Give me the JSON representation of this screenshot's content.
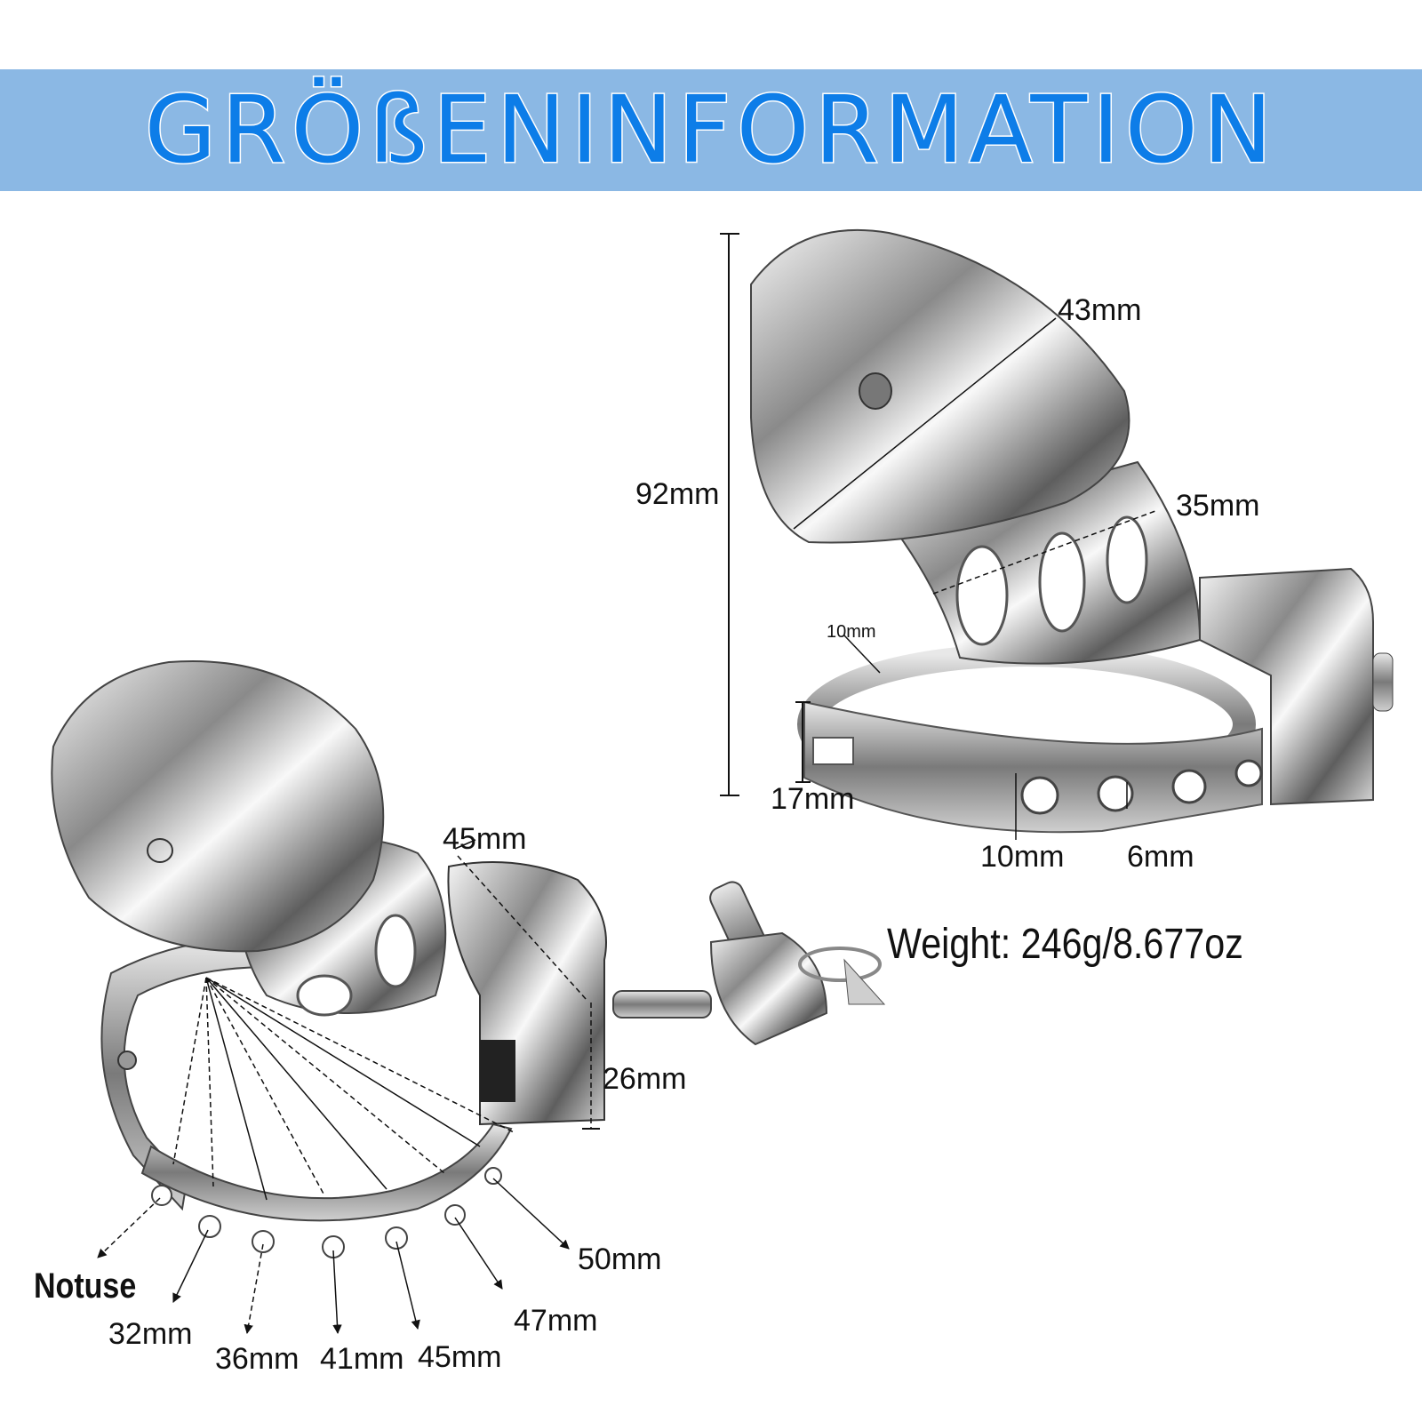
{
  "banner": {
    "title": "GRÖßENINFORMATION",
    "bg_color": "#8bb8e4",
    "text_color": "#0d7de8"
  },
  "icons": [
    "chastity-cage-side-view",
    "chastity-cage-front-view",
    "padlock-key"
  ],
  "top_view": {
    "height": "92mm",
    "cap_width": "43mm",
    "shaft_width": "35mm",
    "ring_thickness_small": "10mm",
    "ring_height": "17mm",
    "ring_width": "10mm",
    "hole_diameter": "6mm"
  },
  "weight": "Weight:  246g/8.677oz",
  "bottom_view": {
    "lock_length": "45mm",
    "lock_height": "26mm",
    "ring_sizes": {
      "not_use": "Notuse",
      "s32": "32mm",
      "s36": "36mm",
      "s41": "41mm",
      "s45": "45mm",
      "s47": "47mm",
      "s50": "50mm"
    }
  }
}
